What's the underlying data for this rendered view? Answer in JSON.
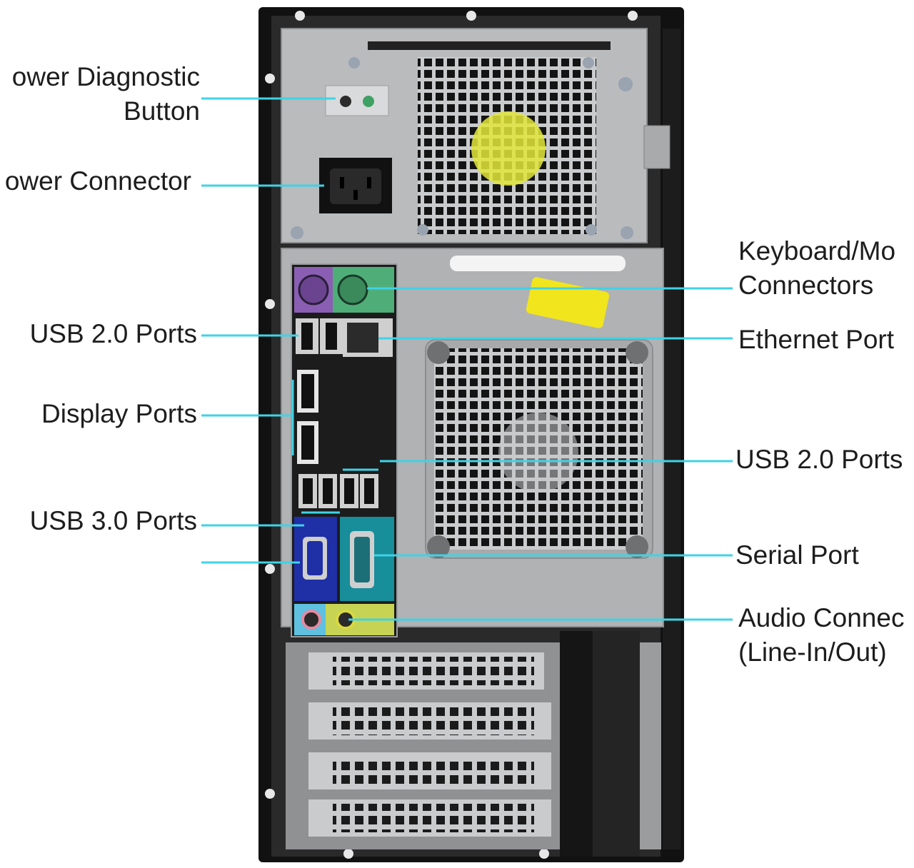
{
  "callouts": {
    "power_diagnostic": {
      "line1": "ower Diagnostic",
      "line2": "Button"
    },
    "power_connector": {
      "text": "ower Connector"
    },
    "usb20_left": {
      "text": "USB 2.0 Ports"
    },
    "display_ports": {
      "text": "Display Ports"
    },
    "usb30": {
      "text": "USB 3.0 Ports"
    },
    "keyboard_mouse": {
      "line1": "Keyboard/Mo",
      "line2": "Connectors"
    },
    "ethernet": {
      "text": "Ethernet Port"
    },
    "usb20_right": {
      "text": "USB 2.0 Ports"
    },
    "serial": {
      "text": "Serial Port"
    },
    "audio": {
      "line1": "Audio Connec",
      "line2": "(Line-In/Out)"
    }
  },
  "colors": {
    "callout_line": "#3fd3e6",
    "chassis": "#161616",
    "metal": "#bfc1c3",
    "ps2_keyboard": "#8a5fb3",
    "ps2_mouse": "#4fae78",
    "vga": "#1f2fa6",
    "serial": "#178e9a",
    "audio_in": "#5fc0e0",
    "audio_out": "#c7d352",
    "audio_mic": "#e58aa0",
    "psu_label": "#e2e63a",
    "sticker": "#f1e51e"
  }
}
